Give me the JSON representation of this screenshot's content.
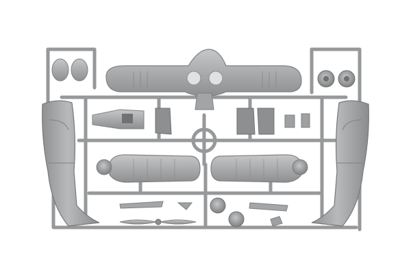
{
  "image": {
    "subject": "plastic-model-kit-sprue",
    "background_color": "#ffffff",
    "plastic_color": "#a9abad",
    "plastic_shadow_color": "#7e8082",
    "plastic_highlight_color": "#c9cbcd",
    "part_groups": [
      "upper-wing",
      "fuselage-half-left",
      "fuselage-half-right",
      "lower-wing-left",
      "lower-wing-right",
      "wheel-hubs",
      "cowling-panels",
      "propeller",
      "cockpit-floor",
      "struts",
      "small-detail-parts"
    ]
  }
}
